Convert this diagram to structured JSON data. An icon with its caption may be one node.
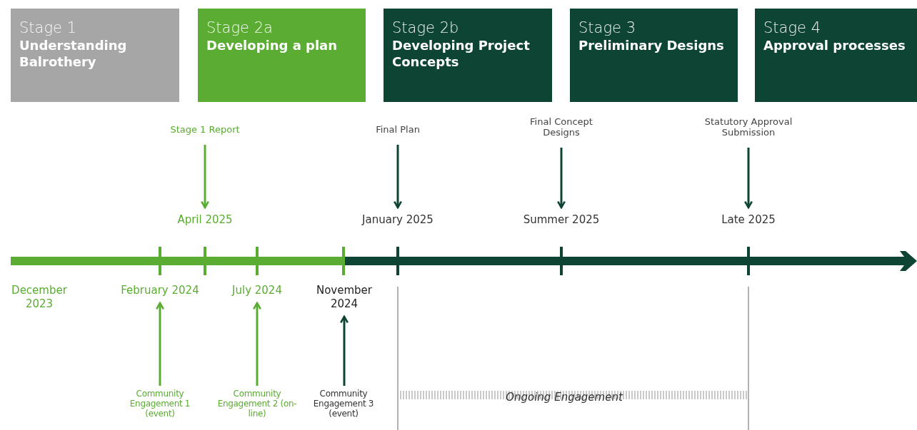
{
  "diagram": {
    "nodes": [
      {
        "text": [
          "Stage 1",
          "Understanding Balrothery"
        ]
      },
      {
        "text": [
          "Stage 2a",
          "Developing a plan"
        ]
      },
      {
        "text": [
          "Stage 2b",
          "Developing Project Concepts"
        ]
      },
      {
        "text": [
          "Stage 3",
          "Preliminary Designs"
        ]
      },
      {
        "text": [
          "Stage 4",
          "Approval processes"
        ]
      },
      {
        "text": [
          "Stage 1 Report"
        ]
      },
      {
        "text": [
          "Final Plan"
        ]
      },
      {
        "text": [
          "Final Concept Designs"
        ]
      },
      {
        "text": [
          "Statutory Approval Submission"
        ]
      },
      {
        "text": [
          "April 2025"
        ]
      },
      {
        "text": [
          "January 2025"
        ]
      },
      {
        "text": [
          "Summer 2025"
        ]
      },
      {
        "text": [
          "Late 2025"
        ]
      },
      {
        "text": [
          "February 2024"
        ]
      },
      {
        "text": [
          "July 2024"
        ]
      },
      {
        "text": [
          "November 2024"
        ]
      },
      {
        "text": [
          "Community Engagement 1 (event)"
        ]
      },
      {
        "text": [
          "Community Engagement 2 (on-line)"
        ]
      },
      {
        "text": [
          "Community Engagement 3 (event)"
        ]
      }
    ],
    "edges": [
      {
        "from": 5,
        "to": 9,
        "arrow": "to",
        "color": "#5aac32"
      },
      {
        "from": 6,
        "to": 10,
        "arrow": "to"
      },
      {
        "from": 7,
        "to": 11,
        "arrow": "to"
      },
      {
        "from": 8,
        "to": 12,
        "arrow": "to"
      },
      {
        "from": 16,
        "to": 13,
        "arrow": "to",
        "color": "#5aac32"
      },
      {
        "from": 17,
        "to": 14,
        "arrow": "to",
        "color": "#5aac32"
      },
      {
        "from": 18,
        "to": 15,
        "arrow": "to"
      }
    ],
    "labels": [
      "December 2023",
      "Ongoing Engagement"
    ]
  }
}
